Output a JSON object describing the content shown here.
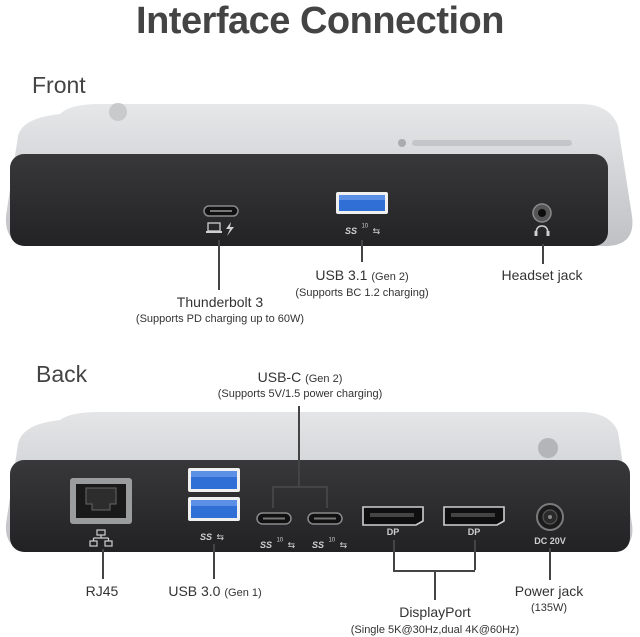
{
  "title": "Interface Connection",
  "sections": {
    "front": "Front",
    "back": "Back"
  },
  "front": {
    "thunderbolt": {
      "name": "Thunderbolt 3",
      "detail": "(Supports PD charging up to 60W)"
    },
    "usb31": {
      "name": "USB 3.1",
      "paren": "(Gen 2)",
      "detail": "(Supports BC 1.2 charging)"
    },
    "headset": {
      "name": "Headset jack"
    },
    "usb31_mark": "SS",
    "usb31_mark_num": "10"
  },
  "back": {
    "usbc": {
      "name": "USB-C",
      "paren": "(Gen 2)",
      "detail": "(Supports 5V/1.5 power charging)"
    },
    "rj45": {
      "name": "RJ45"
    },
    "usb30": {
      "name": "USB 3.0",
      "paren": "(Gen 1)"
    },
    "displayport": {
      "name": "DisplayPort",
      "detail": "(Single 5K@30Hz,dual 4K@60Hz)"
    },
    "power": {
      "name": "Power jack",
      "detail": "(135W)"
    },
    "usb30_mark": "SS",
    "usbc_mark": "SS",
    "usbc_mark_num": "10",
    "dp_label": "DP",
    "dc_label": "DC 20V"
  },
  "colors": {
    "device_silver": "#cfd1d3",
    "device_face": "#2b2b2d",
    "usb_blue": "#2f6fd6",
    "text": "#333333"
  },
  "icons": [
    "laptop-icon",
    "lightning-icon",
    "headset-icon",
    "network-icon",
    "usb-ss-logo-icon"
  ]
}
